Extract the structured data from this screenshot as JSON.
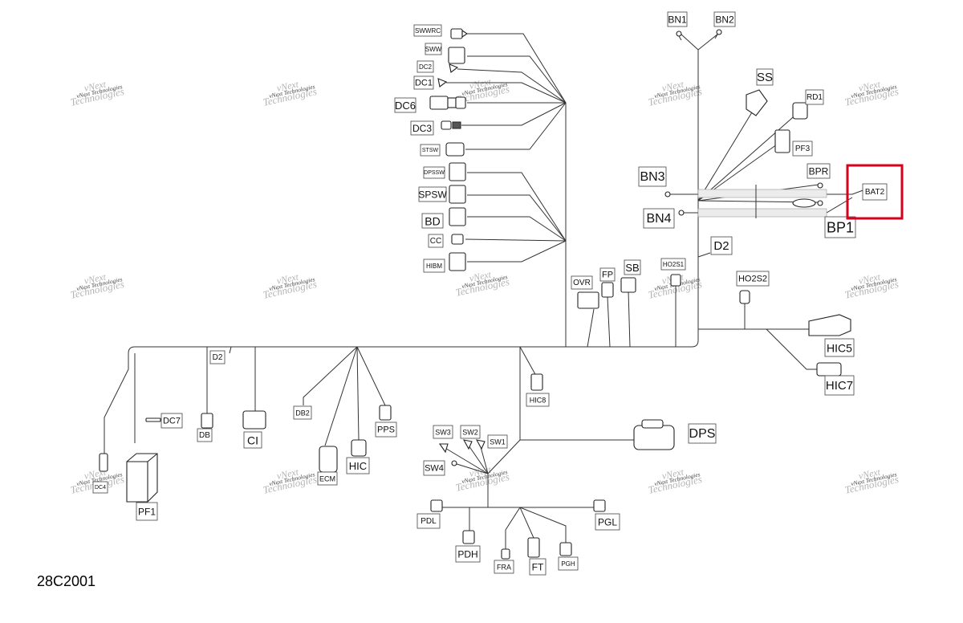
{
  "diagram": {
    "reference_code": "28C2001",
    "watermark": {
      "line1": "vNext",
      "line2": "Technologies",
      "small": "vNext Technologies"
    },
    "highlight_color": "#d9001b",
    "labels": {
      "swwrc": "SWWRC",
      "sww": "SWW",
      "dc2": "DC2",
      "dc1": "DC1",
      "dc6": "DC6",
      "dc3": "DC3",
      "stsw": "STSW",
      "dpssw": "DPSSW",
      "spsw": "SPSW",
      "bd": "BD",
      "cc": "CC",
      "hibm": "HIBM",
      "bn1": "BN1",
      "bn2": "BN2",
      "ss": "SS",
      "rd1": "RD1",
      "pf3": "PF3",
      "bpr": "BPR",
      "bat2": "BAT2",
      "bn3": "BN3",
      "bn4": "BN4",
      "bp1": "BP1",
      "d2_top": "D2",
      "ovr": "OVR",
      "fp": "FP",
      "sb": "SB",
      "ho2s1": "HO2S1",
      "ho2s2": "HO2S2",
      "hic5": "HIC5",
      "hic7": "HIC7",
      "hic8": "HIC8",
      "d2_left": "D2",
      "dc7": "DC7",
      "db": "DB",
      "ci": "CI",
      "db2": "DB2",
      "ecm": "ECM",
      "hic": "HIC",
      "pps": "PPS",
      "dc4": "DC4",
      "pf1": "PF1",
      "sw3": "SW3",
      "sw2": "SW2",
      "sw1": "SW1",
      "sw4": "SW4",
      "dps": "DPS",
      "pdl": "PDL",
      "pgl": "PGL",
      "pdh": "PDH",
      "fra": "FRA",
      "ft": "FT",
      "pgh": "PGH"
    }
  }
}
